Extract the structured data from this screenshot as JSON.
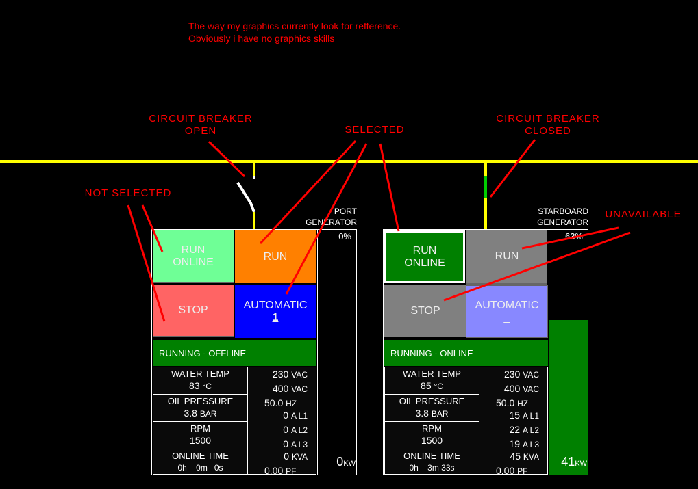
{
  "intro": [
    "The way my graphics currently look for refference.",
    "Obviously i have no graphics skills"
  ],
  "annotations": {
    "cb_open": [
      "CIRCUIT BREAKER",
      "OPEN"
    ],
    "selected": "SELECTED",
    "cb_closed": [
      "CIRCUIT BREAKER",
      "CLOSED"
    ],
    "not_selected": "NOT SELECTED",
    "unavailable": "UNAVAILABLE"
  },
  "colors": {
    "bus": "#ffff00",
    "breaker_closed": "#00cc00",
    "breaker_open": "#ffffff",
    "annotation": "#ff0000"
  },
  "port": {
    "name": [
      "PORT",
      "GENERATOR"
    ],
    "load_percent_label": "0%",
    "load_fraction": 0,
    "kw_value": "0",
    "kw_unit": "KW",
    "buttons": {
      "run_online": [
        "RUN",
        "ONLINE"
      ],
      "run": "RUN",
      "stop": "STOP",
      "automatic": "AUTOMATIC",
      "auto_index": "1"
    },
    "status": "RUNNING - OFFLINE",
    "water_temp_label": "WATER TEMP",
    "water_temp": "83",
    "water_temp_unit": "°C",
    "oil_label": "OIL PRESSURE",
    "oil": "3.8",
    "oil_unit": "BAR",
    "rpm_label": "RPM",
    "rpm": "1500",
    "online_label": "ONLINE TIME",
    "online_time": "0h    0m   0s",
    "v1": "230",
    "v1u": "VAC",
    "v2": "400",
    "v2u": "VAC",
    "hz": "50.0",
    "hzu": "HZ",
    "a1": "0",
    "a1u": "A L1",
    "a2": "0",
    "a2u": "A L2",
    "a3": "0",
    "a3u": "A L3",
    "kva": "0",
    "kvau": "KVA",
    "pf": "0.00",
    "pfu": "PF"
  },
  "starboard": {
    "name": [
      "STARBOARD",
      "GENERATOR"
    ],
    "load_percent_label": "63%",
    "load_fraction": 0.63,
    "kw_value": "41",
    "kw_unit": "KW",
    "buttons": {
      "run_online": [
        "RUN",
        "ONLINE"
      ],
      "run": "RUN",
      "stop": "STOP",
      "automatic": "AUTOMATIC",
      "auto_index": "_"
    },
    "status": "RUNNING - ONLINE",
    "water_temp_label": "WATER TEMP",
    "water_temp": "85",
    "water_temp_unit": "°C",
    "oil_label": "OIL PRESSURE",
    "oil": "3.8",
    "oil_unit": "BAR",
    "rpm_label": "RPM",
    "rpm": "1500",
    "online_label": "ONLINE TIME",
    "online_time": "0h    3m 33s",
    "v1": "230",
    "v1u": "VAC",
    "v2": "400",
    "v2u": "VAC",
    "hz": "50.0",
    "hzu": "HZ",
    "a1": "15",
    "a1u": "A L1",
    "a2": "22",
    "a2u": "A L2",
    "a3": "19",
    "a3u": "A L3",
    "kva": "45",
    "kvau": "KVA",
    "pf": "0.00",
    "pfu": "PF"
  }
}
